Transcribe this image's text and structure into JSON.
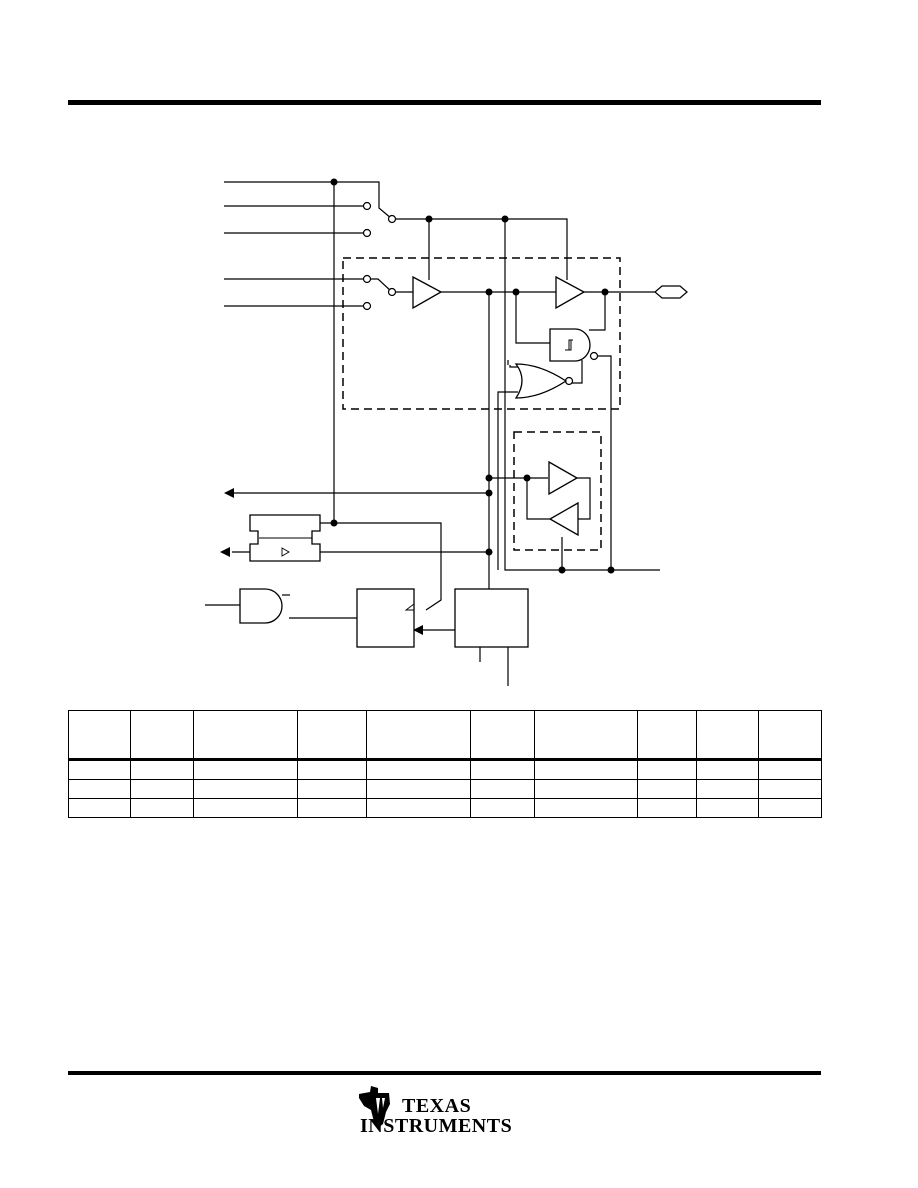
{
  "logo": {
    "line1": "TEXAS",
    "line2": "INSTRUMENTS"
  },
  "table": {
    "columns": 10,
    "body_rows": 3
  }
}
